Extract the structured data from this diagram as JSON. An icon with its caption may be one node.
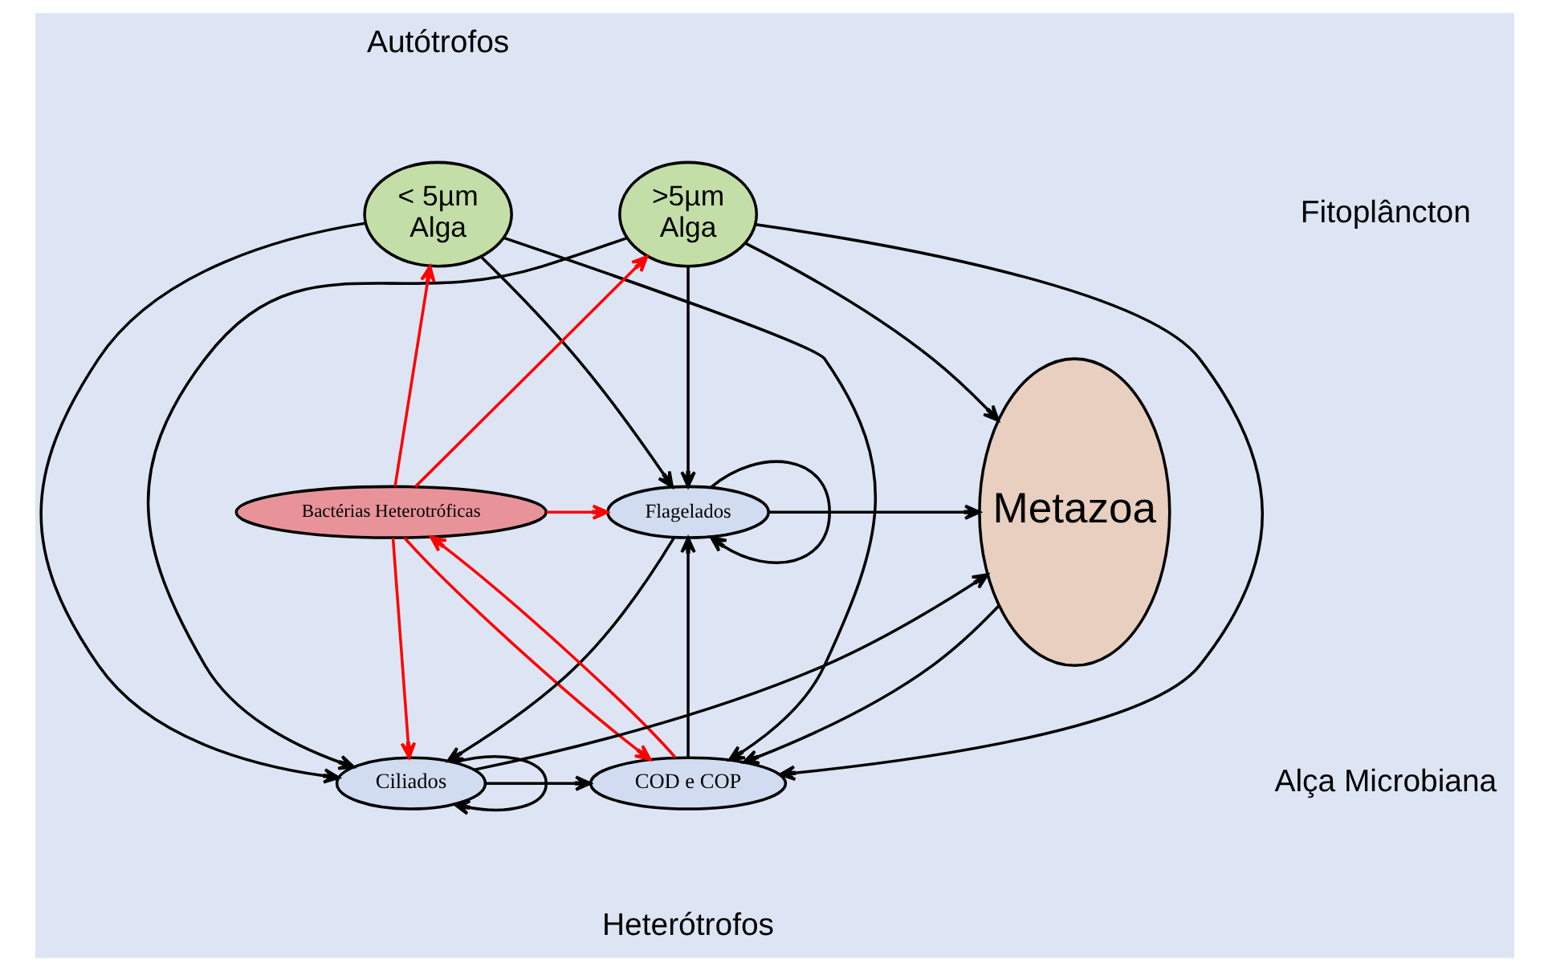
{
  "diagram": {
    "nodes": [
      {
        "text": [
          "< 5µm",
          "Alga"
        ]
      },
      {
        "text": [
          ">5µm",
          "Alga"
        ]
      },
      {
        "text": [
          "Bactérias Heterotróficas"
        ]
      },
      {
        "text": [
          "Flagelados"
        ]
      },
      {
        "text": [
          "COD e COP"
        ]
      },
      {
        "text": [
          "Ciliados"
        ]
      },
      {
        "text": [
          "Metazoa"
        ]
      }
    ],
    "edges": [
      {
        "from": 2,
        "to": 0,
        "arrow": "to",
        "color": "#ff0000"
      },
      {
        "from": 2,
        "to": 1,
        "arrow": "to",
        "color": "#ff0000"
      },
      {
        "from": 2,
        "to": 3,
        "arrow": "to",
        "color": "#ff0000"
      },
      {
        "from": 2,
        "to": 5,
        "arrow": "to",
        "color": "#ff0000"
      },
      {
        "from": 2,
        "to": 4,
        "arrow": "to",
        "color": "#ff0000"
      },
      {
        "from": 4,
        "to": 2,
        "arrow": "to",
        "color": "#ff0000"
      },
      {
        "from": 0,
        "to": 4,
        "arrow": "to"
      },
      {
        "from": 0,
        "to": 3,
        "arrow": "to"
      },
      {
        "from": 0,
        "to": 5,
        "arrow": "to"
      },
      {
        "from": 1,
        "to": 4,
        "arrow": "to"
      },
      {
        "from": 1,
        "to": 3,
        "arrow": "to"
      },
      {
        "from": 1,
        "to": 5,
        "arrow": "to"
      },
      {
        "from": 1,
        "to": 6,
        "arrow": "to"
      },
      {
        "from": 3,
        "to": 6,
        "arrow": "to"
      },
      {
        "from": 3,
        "to": 5,
        "arrow": "to"
      },
      {
        "from": 4,
        "to": 3,
        "arrow": "to"
      },
      {
        "from": 6,
        "to": 4,
        "arrow": "to"
      },
      {
        "from": 5,
        "to": 4,
        "arrow": "to"
      },
      {
        "from": 5,
        "to": 6,
        "arrow": "to"
      },
      {
        "from": 3,
        "to": 3,
        "arrow": "to"
      },
      {
        "from": 5,
        "to": 5,
        "arrow": "to"
      }
    ],
    "labels": [
      "Autótrofos",
      "Fitoplâncton",
      "Alça Microbiana",
      "Heterótrofos"
    ]
  }
}
